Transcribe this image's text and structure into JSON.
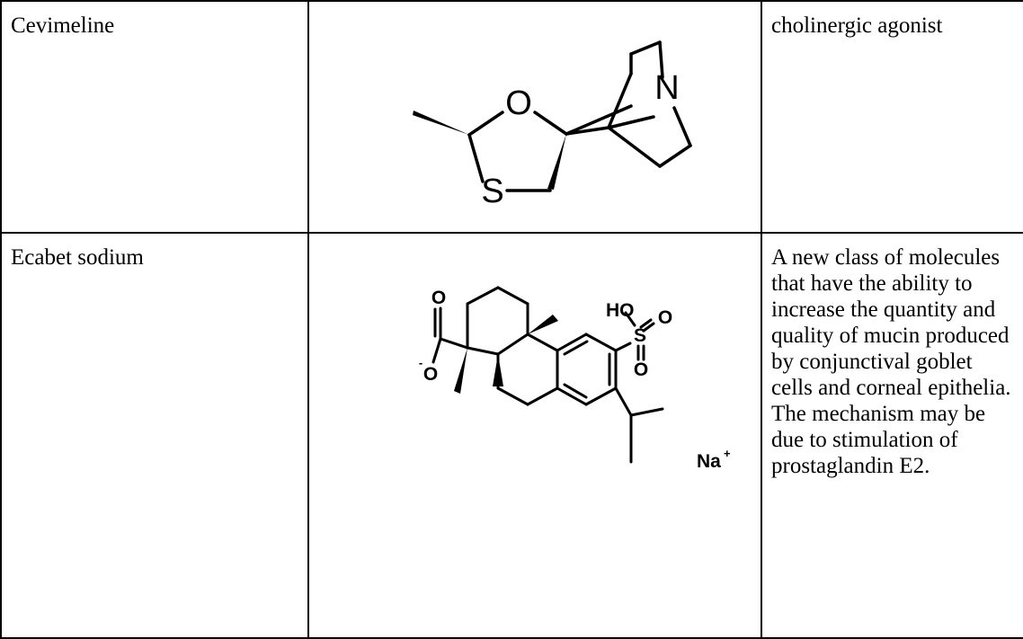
{
  "table": {
    "rows": [
      {
        "name": "Cevimeline",
        "structure": {
          "atoms": [
            "O",
            "N",
            "S"
          ]
        },
        "description": "cholinergic agonist"
      },
      {
        "name": "Ecabet sodium",
        "structure": {
          "atoms": [
            "O",
            "O",
            "HO",
            "S",
            "O",
            "O"
          ],
          "minus": "-",
          "counter_ion": "Na",
          "counter_ion_charge": "+"
        },
        "description": "A new class of molecules that have the ability to increase the quantity and quality of mucin produced by conjunctival goblet cells and corneal epithelia. The mechanism may be due to stimulation of prostaglandin E2."
      }
    ]
  }
}
